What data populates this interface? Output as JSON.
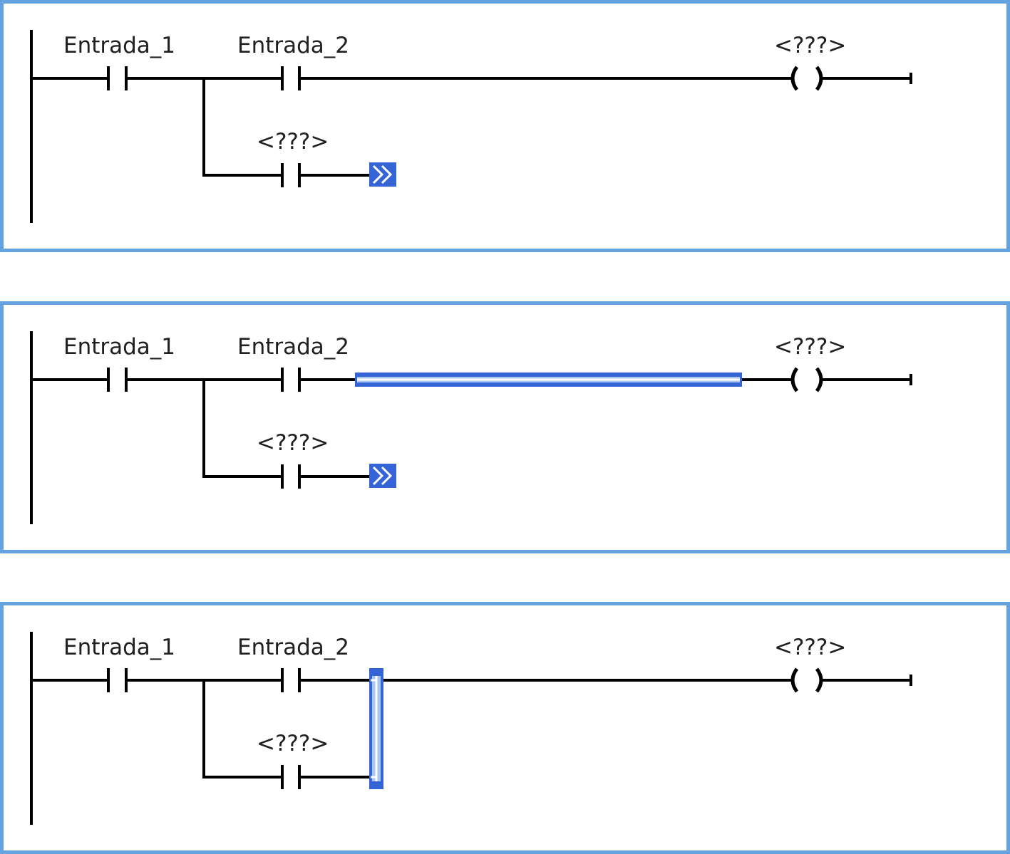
{
  "colors": {
    "frame": "#65a3e0",
    "selection": "#3564d6",
    "wire": "#000000"
  },
  "panels": [
    {
      "contacts": {
        "c1": "Entrada_1",
        "c2": "Entrada_2",
        "c3": "<???>"
      },
      "coil": "<???>",
      "state": "branch-open"
    },
    {
      "contacts": {
        "c1": "Entrada_1",
        "c2": "Entrada_2",
        "c3": "<???>"
      },
      "coil": "<???>",
      "state": "wire-selected"
    },
    {
      "contacts": {
        "c1": "Entrada_1",
        "c2": "Entrada_2",
        "c3": "<???>"
      },
      "coil": "<???>",
      "state": "branch-closed"
    }
  ]
}
